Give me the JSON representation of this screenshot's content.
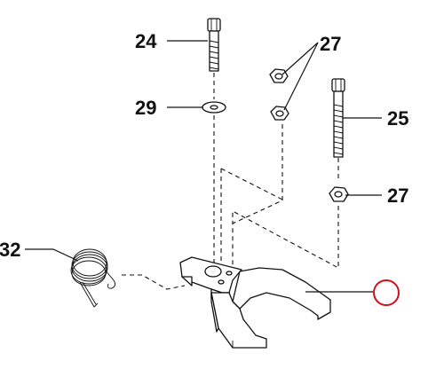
{
  "callouts": {
    "bolt_upper": "24",
    "nuts_pair": "27",
    "washer": "29",
    "bolt_right": "25",
    "nut_right": "27",
    "spring": "32"
  },
  "colors": {
    "line": "#111111",
    "highlight_circle": "#d0101b",
    "background": "#ffffff"
  }
}
